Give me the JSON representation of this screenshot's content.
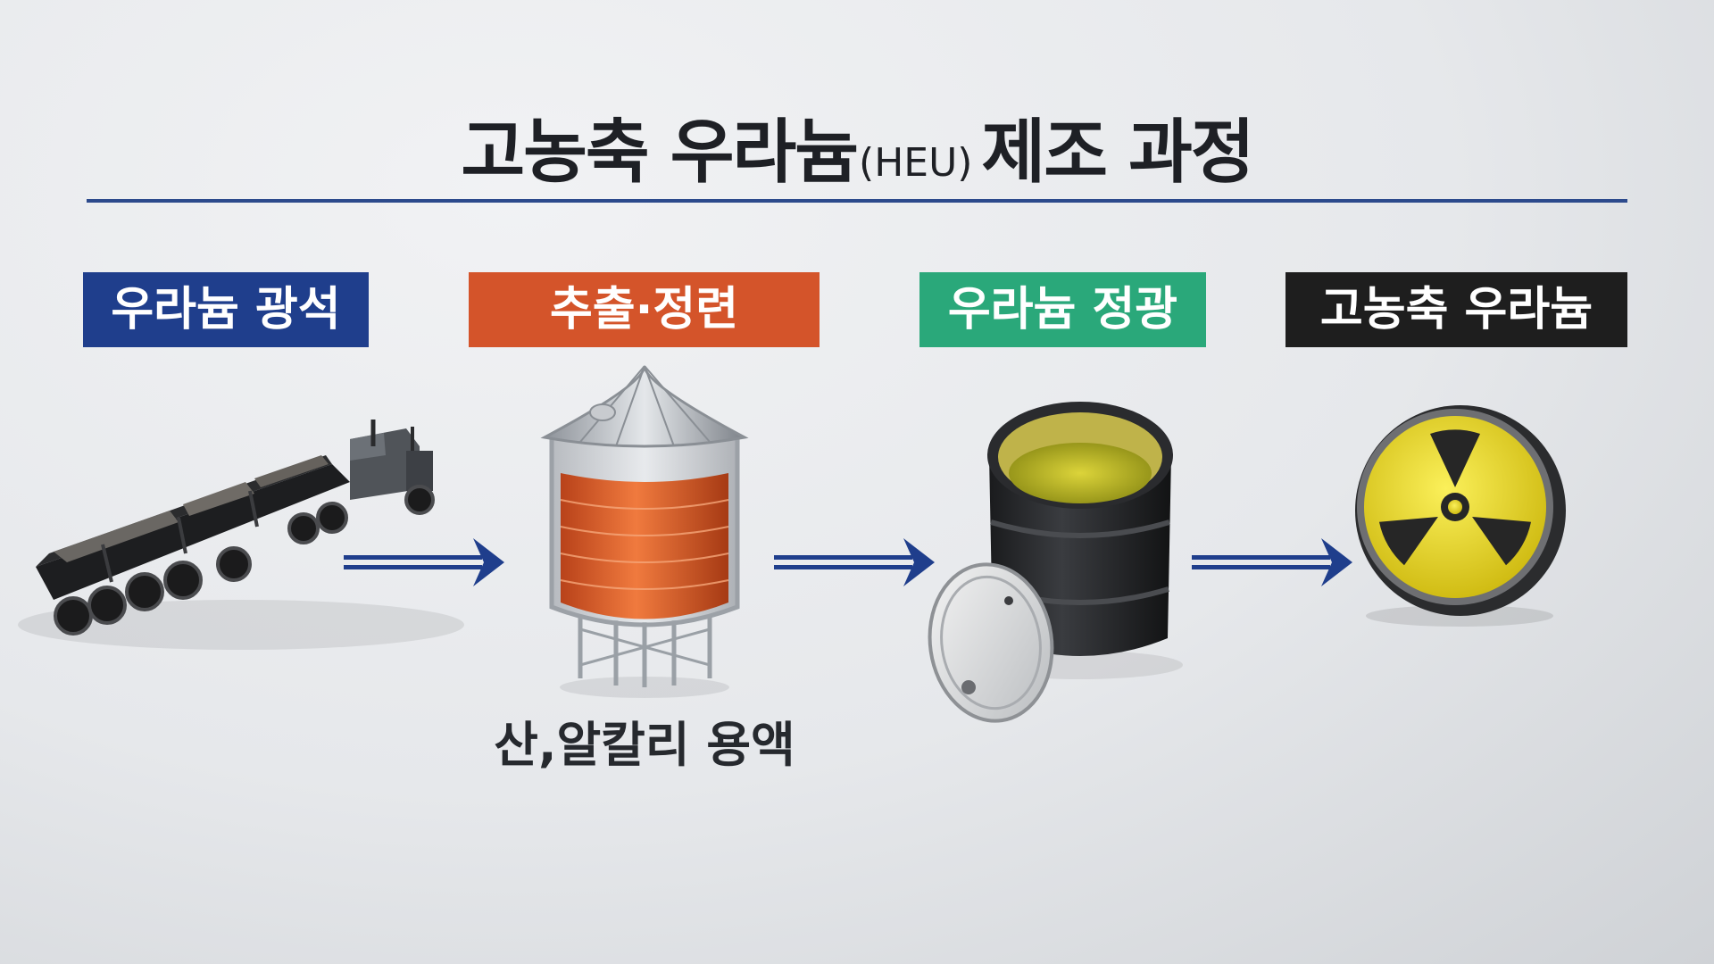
{
  "title": {
    "main_before": "고농축 우라늄",
    "abbr": "(HEU)",
    "main_after": "제조 과정"
  },
  "stages": [
    {
      "label": "우라늄 광석",
      "color": "#1f3e8c"
    },
    {
      "label": "추출·정련",
      "color": "#d4542a"
    },
    {
      "label": "우라늄 정광",
      "color": "#2aa87a"
    },
    {
      "label": "고농축 우라늄",
      "color": "#1e1e1e"
    }
  ],
  "caption": "산,알칼리 용액",
  "colors": {
    "arrow": "#1f3e8c",
    "rule": "#2c4a8c",
    "hazard_yellow": "#e6d824"
  },
  "icons": [
    "dump-truck-icon",
    "silo-tank-icon",
    "steel-drum-icon",
    "radiation-symbol-icon",
    "right-arrow-icon"
  ]
}
